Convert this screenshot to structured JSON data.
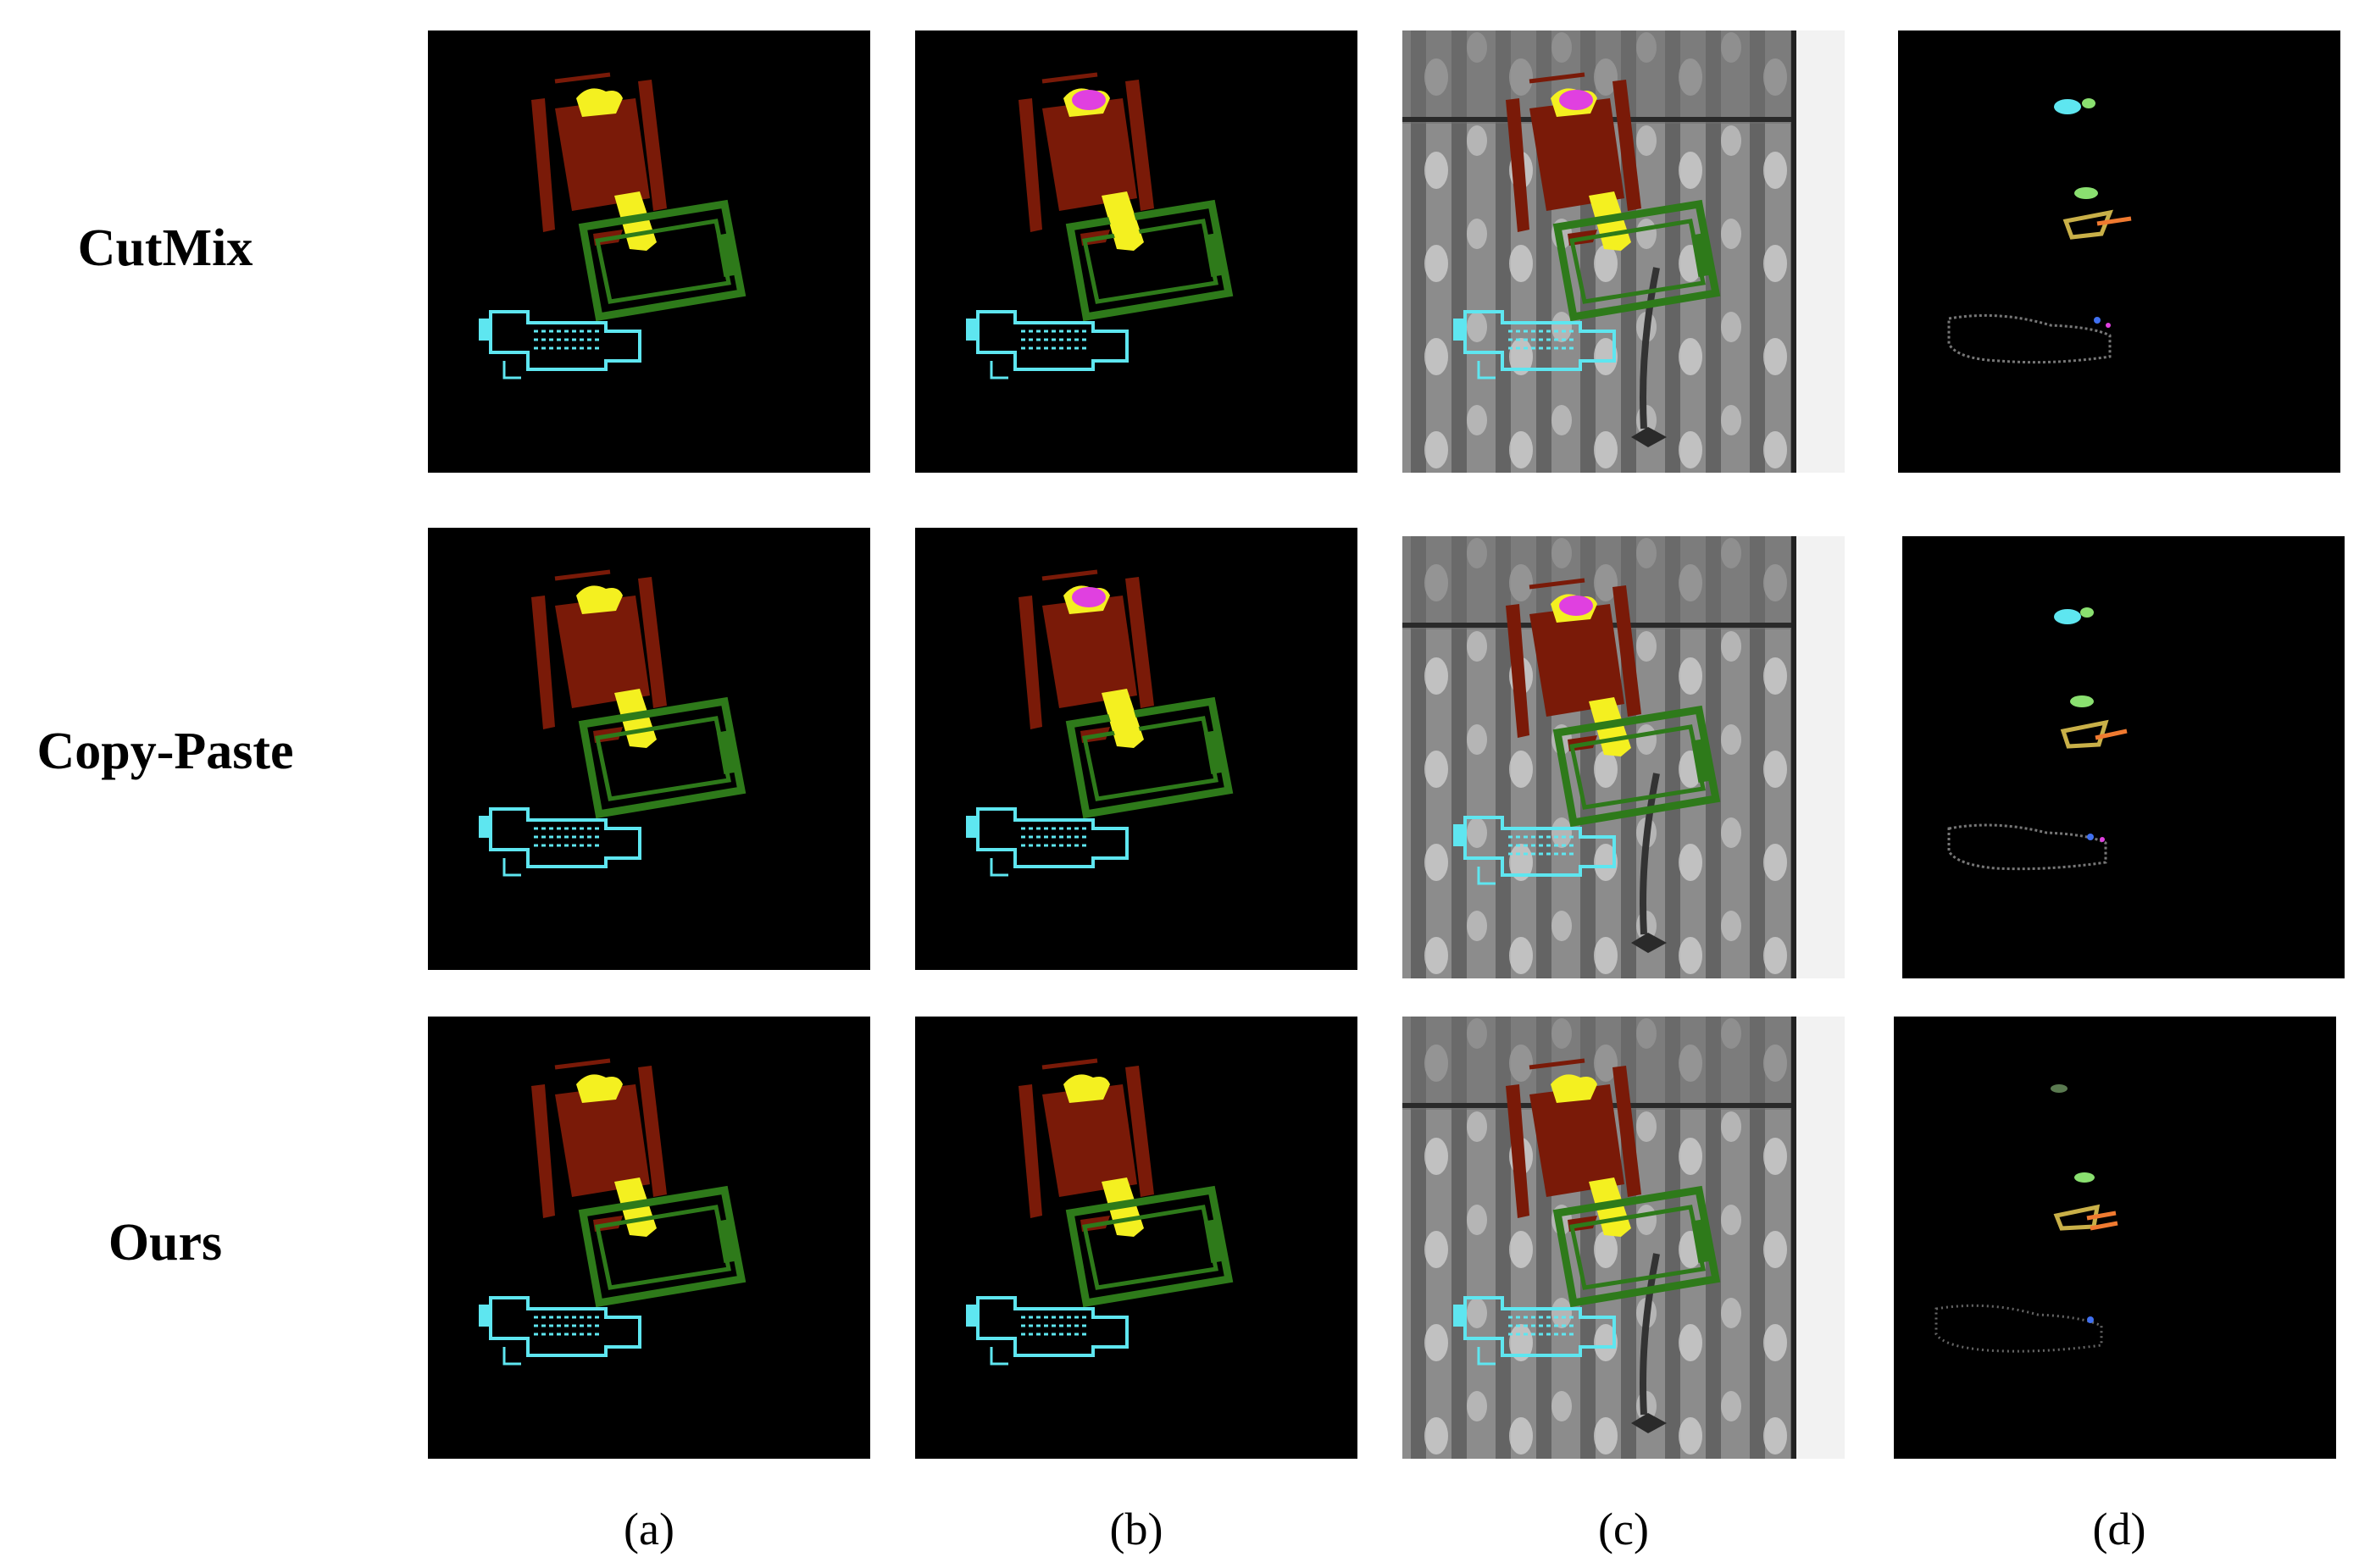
{
  "figure": {
    "rows": [
      {
        "id": "cutmix",
        "label": "CutMix"
      },
      {
        "id": "copypaste",
        "label": "Copy-Paste"
      },
      {
        "id": "ours",
        "label": "Ours"
      }
    ],
    "columns": [
      {
        "id": "a",
        "label": "(a)",
        "kind": "label-map"
      },
      {
        "id": "b",
        "label": "(b)",
        "kind": "label-map"
      },
      {
        "id": "c",
        "label": "(c)",
        "kind": "x-ray-overlay"
      },
      {
        "id": "d",
        "label": "(d)",
        "kind": "sparse-difference"
      }
    ],
    "colors": {
      "background": "#000000",
      "maroon": "#7a1a08",
      "yellow": "#f4f020",
      "green": "#2e7a1a",
      "cyan": "#5ee6f0",
      "magenta": "#e040e0",
      "orange": "#f07a30"
    }
  }
}
